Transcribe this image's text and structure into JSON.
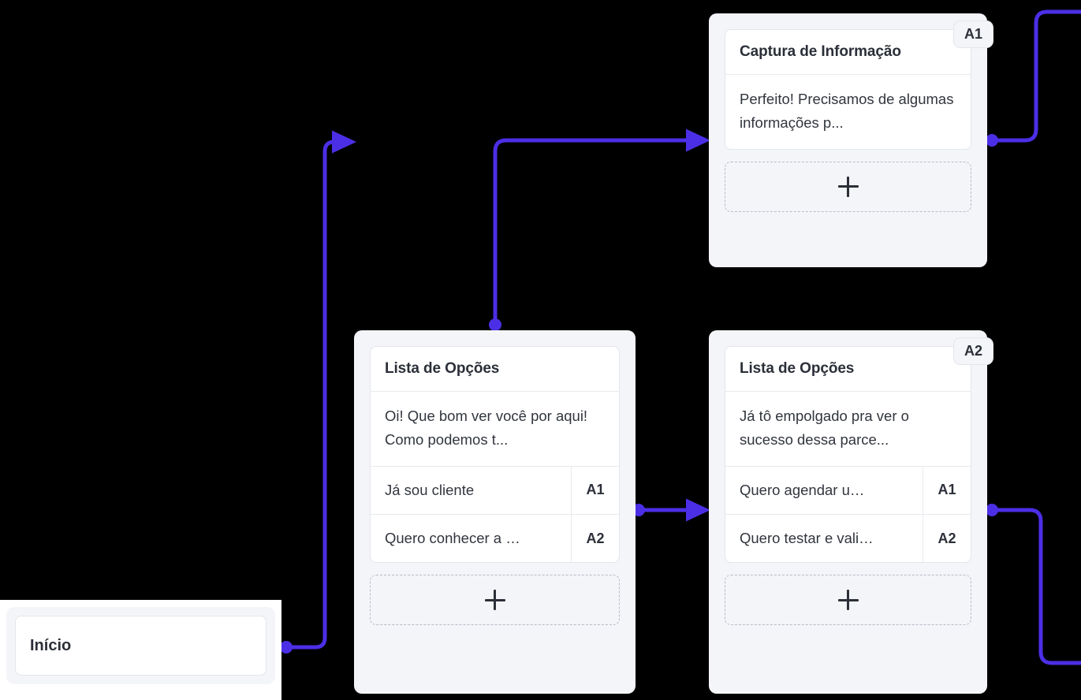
{
  "canvas": {
    "background": "#000000",
    "accent_color": "#4b2fe6",
    "node_shell_color": "#f4f5f9",
    "card_color": "#ffffff"
  },
  "nodes": {
    "start": {
      "label": "Início"
    },
    "capture": {
      "badge": "A1",
      "title": "Captura de Informação",
      "message": "Perfeito! Precisamos de algumas informações p...",
      "add_button": "+",
      "add_icon": "plus-icon"
    },
    "options_main": {
      "badge": "",
      "title": "Lista de Opções",
      "message": "Oi! Que bom ver você por aqui! Como podemos t...",
      "options": [
        {
          "label": "Já sou cliente",
          "code": "A1"
        },
        {
          "label": "Quero conhecer a …",
          "code": "A2"
        }
      ],
      "add_button": "+",
      "add_icon": "plus-icon"
    },
    "options_a2": {
      "badge": "A2",
      "title": "Lista de Opções",
      "message": "Já tô empolgado pra ver o sucesso dessa parce...",
      "options": [
        {
          "label": "Quero agendar u…",
          "code": "A1"
        },
        {
          "label": "Quero testar e vali…",
          "code": "A2"
        }
      ],
      "add_button": "+",
      "add_icon": "plus-icon"
    }
  },
  "edges": [
    {
      "name": "start-to-options-main",
      "from": "start",
      "to": "options_main"
    },
    {
      "name": "options-main-to-capture",
      "from": "options_main",
      "to": "capture"
    },
    {
      "name": "options-main-to-options-a2",
      "from": "options_main",
      "to": "options_a2"
    },
    {
      "name": "capture-outgoing",
      "from": "capture",
      "to": "offscreen"
    },
    {
      "name": "options-a2-outgoing",
      "from": "options_a2",
      "to": "offscreen"
    }
  ]
}
